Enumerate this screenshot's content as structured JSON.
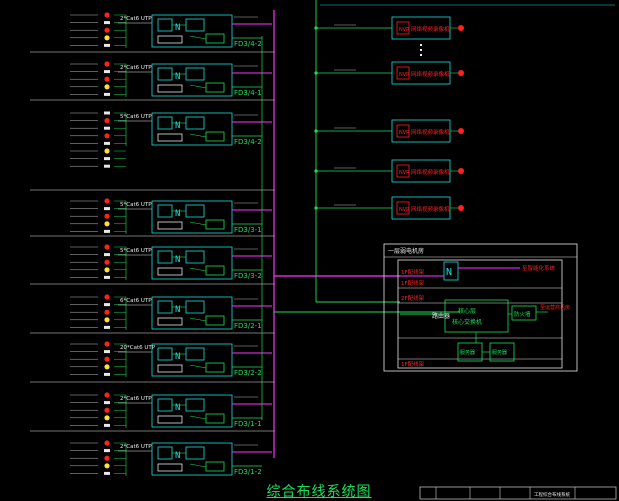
{
  "drawing": {
    "title": "综合布线系统图",
    "title_block_label": "工程综合布线系统",
    "colors": {
      "background": "#000000",
      "backbone": "#ff33ff",
      "cyan": "#19e0e0",
      "green": "#19e05a",
      "red": "#ff2020",
      "yellow": "#ffe033",
      "white": "#e8e8e8",
      "frame": "#d0d0d0"
    }
  },
  "floors": [
    {
      "cable": "2*Cat6 UTP",
      "id_label": "FD3/4-2",
      "pattern": "standard"
    },
    {
      "cable": "2*Cat6 UTP",
      "id_label": "FD3/4-1",
      "pattern": "standard"
    },
    {
      "cable": "5*Cat6 UTP",
      "id_label": "FD3/4-2",
      "pattern": "tall"
    },
    {
      "cable": "5*Cat6 UTP",
      "id_label": "FD3/3-1",
      "pattern": "standard"
    },
    {
      "cable": "5*Cat6 UTP",
      "id_label": "FD3/3-2",
      "pattern": "standard"
    },
    {
      "cable": "6*Cat6 UTP",
      "id_label": "FD3/2-1",
      "pattern": "standard"
    },
    {
      "cable": "20*Cat6 UTP",
      "id_label": "FD3/2-2",
      "pattern": "standard"
    },
    {
      "cable": "2*Cat6 UTP",
      "id_label": "FD3/1-1",
      "pattern": "standard"
    },
    {
      "cable": "2*Cat6 UTP",
      "id_label": "FD3/1-2",
      "pattern": "standard"
    }
  ],
  "devices": [
    {
      "tag": "NVR",
      "label": "网络视频录像机"
    },
    {
      "tag": "NVR",
      "label": "网络视频录像机"
    },
    {
      "tag": "NVR",
      "label": "网络视频录像机"
    },
    {
      "tag": "NVR",
      "label": "网络视频录像机"
    },
    {
      "tag": "NVR",
      "label": "网络视频录像机"
    }
  ],
  "equipment_room": {
    "header": "一层弱电机房",
    "rows": [
      {
        "left": "1F配线架",
        "right": "至智能化系统"
      },
      {
        "left": "1F配线架"
      },
      {
        "left": "2F配线架"
      },
      {
        "left": "1F配线架"
      }
    ],
    "core_switch": {
      "line1": "核心层",
      "line2": "核心交换机"
    },
    "firewall": "防火墙",
    "router": "路由器",
    "server_1": "服务器",
    "server_2": "服务器",
    "uplink": "至运营商机房"
  }
}
